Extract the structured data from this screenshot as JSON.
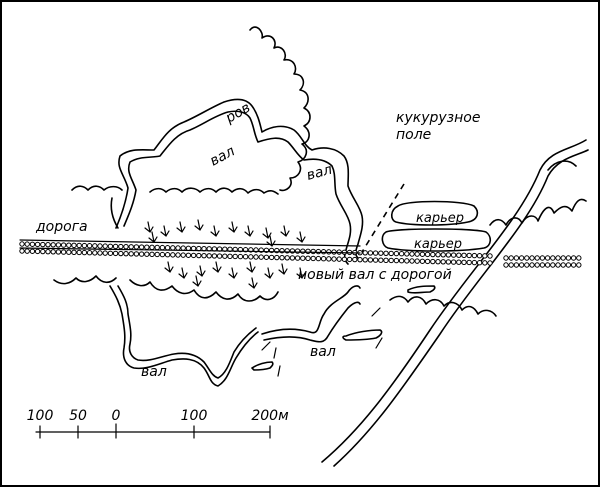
{
  "labels": {
    "road": "дорога",
    "ditch": "ров",
    "rampart": "вал",
    "corn_field_line1": "кукурузное",
    "corn_field_line2": "поле",
    "quarry": "карьер",
    "new_rampart": "новый вал с дорогой"
  },
  "scale": {
    "ticks": [
      "100",
      "50",
      "0",
      "100",
      "200м"
    ]
  }
}
